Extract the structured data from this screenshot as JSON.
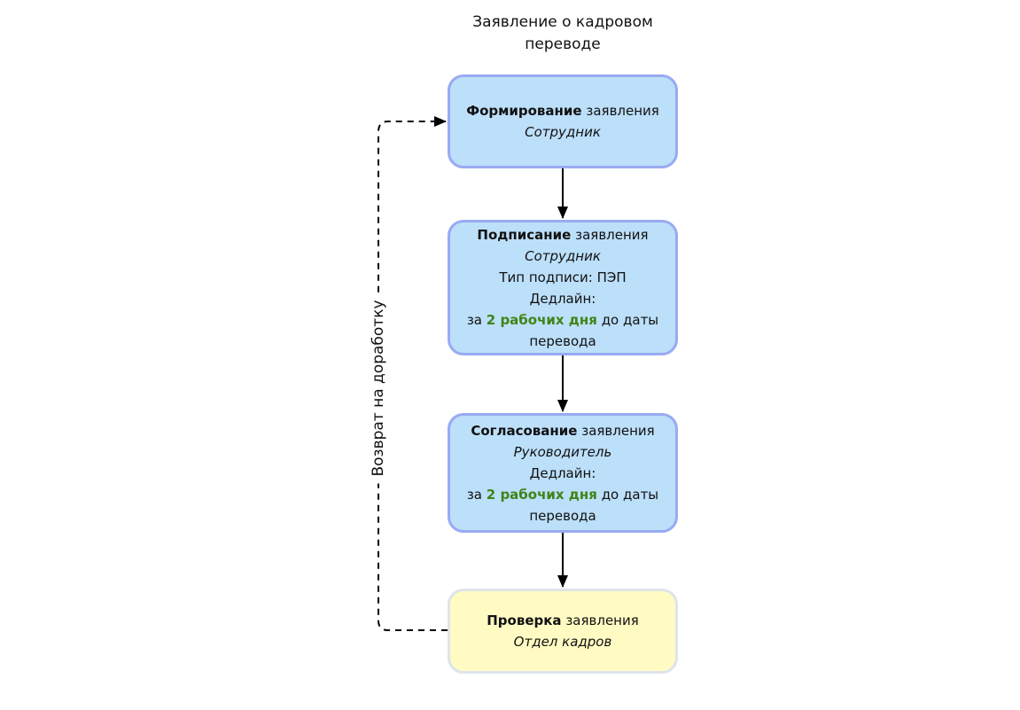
{
  "title": "Заявление о кадровом переводе",
  "steps": [
    {
      "action": "Формирование",
      "object": "заявления",
      "role": "Сотрудник"
    },
    {
      "action": "Подписание",
      "object": "заявления",
      "role": "Сотрудник",
      "signature": "Тип подписи: ПЭП",
      "deadline_label": "Дедлайн:",
      "deadline_prefix": "за",
      "deadline_value": "2 рабочих дня",
      "deadline_suffix": "до даты",
      "deadline_tail": "перевода"
    },
    {
      "action": "Согласование",
      "object": "заявления",
      "role": "Руководитель",
      "deadline_label": "Дедлайн:",
      "deadline_prefix": "за",
      "deadline_value": "2 рабочих дня",
      "deadline_suffix": "до даты",
      "deadline_tail": "перевода"
    },
    {
      "action": "Проверка",
      "object": "заявления",
      "role": "Отдел кадров"
    }
  ],
  "return_label": "Возврат на доработку",
  "colors": {
    "step_fill": "#bcdffa",
    "step_border": "#99aaf2",
    "review_fill": "#fffbc3",
    "review_border": "#dde4eb",
    "deadline_text": "#3f8417",
    "arrow": "#000000"
  }
}
